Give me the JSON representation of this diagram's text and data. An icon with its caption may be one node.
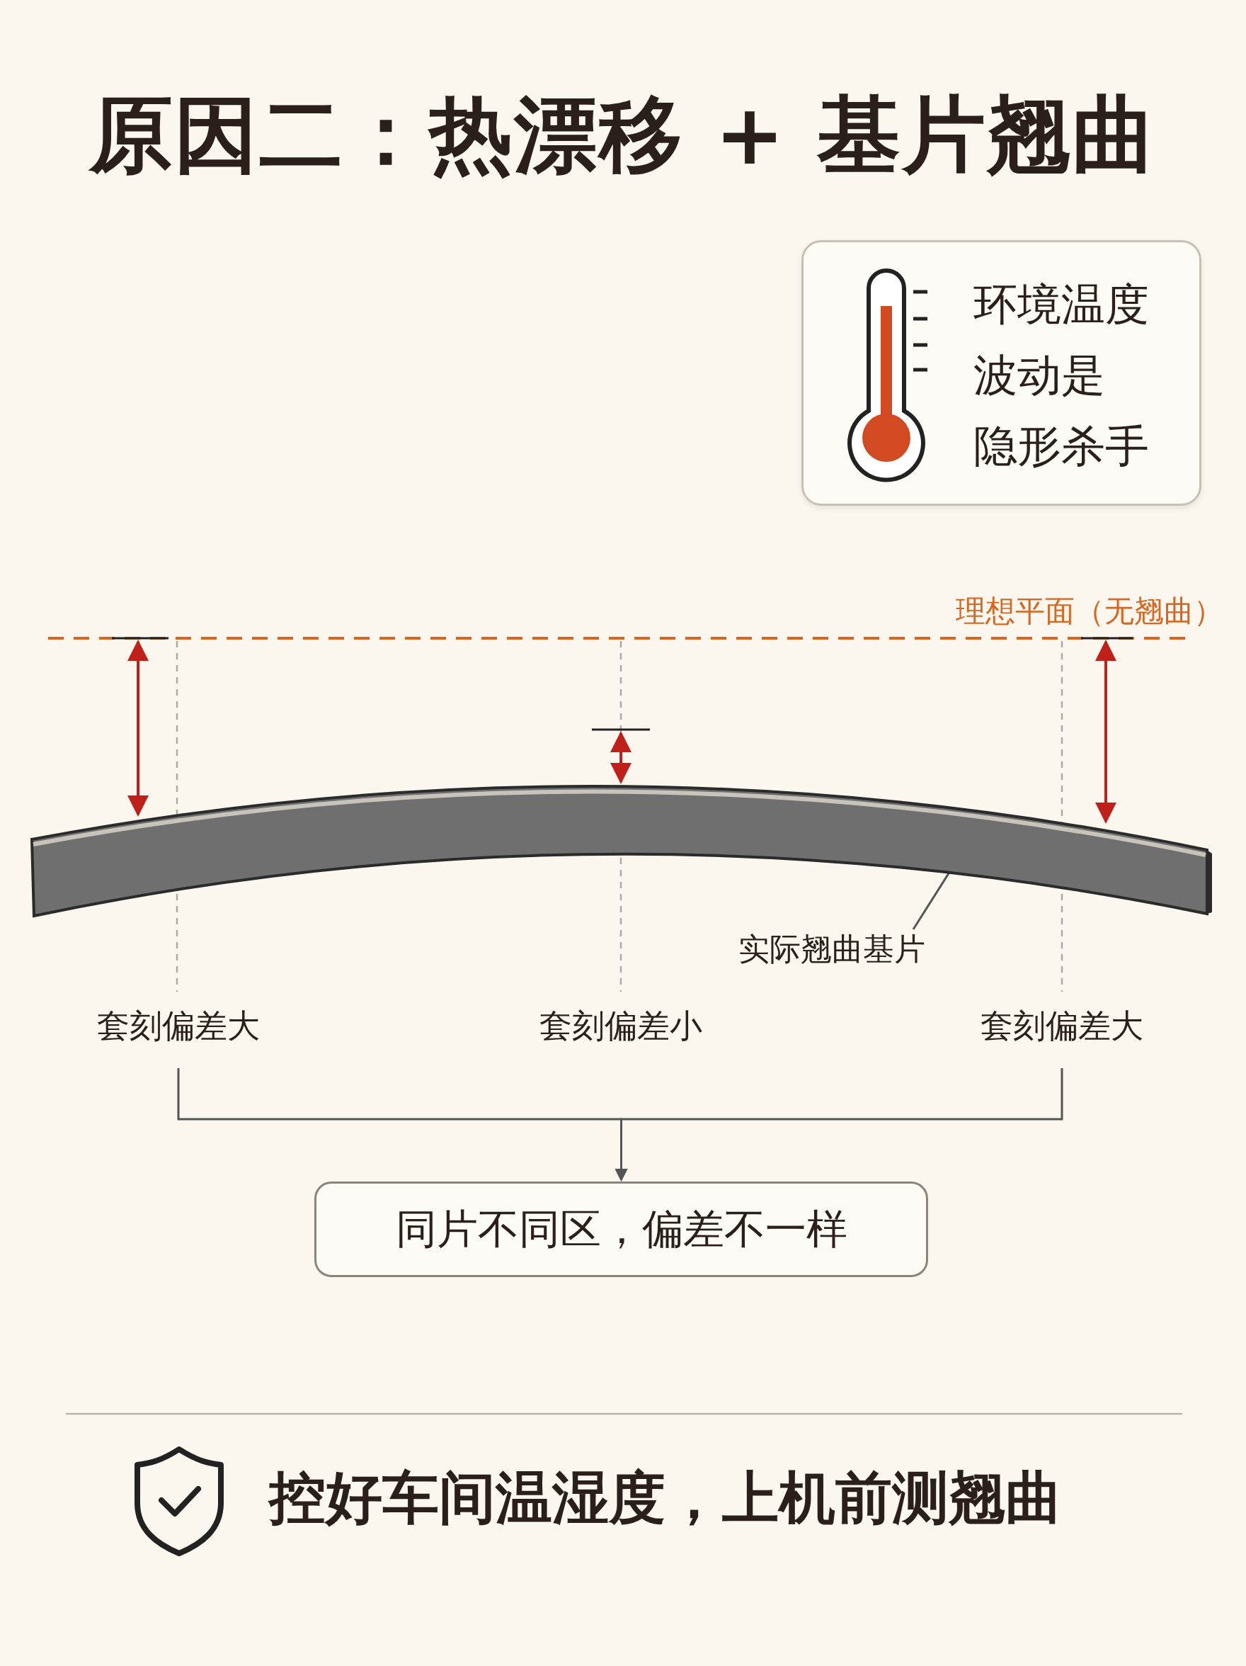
{
  "diagram": {
    "title": "原因二：热漂移 + 基片翘曲",
    "nodes": [
      {
        "text": [
          "环境温度波动是隐形杀手"
        ]
      },
      {
        "text": [],
        "shape": "bar"
      },
      {
        "text": [
          "实际翘曲基片"
        ]
      },
      {
        "text": [
          "套刻偏差大"
        ]
      },
      {
        "text": [
          "套刻偏差小"
        ]
      },
      {
        "text": [
          "套刻偏差大"
        ]
      },
      {
        "text": [
          "同片不同区，偏差不一样"
        ]
      }
    ],
    "edges": [
      {
        "from": 2,
        "to": 1,
        "arrow": "none"
      },
      {
        "from": 3,
        "to": 6,
        "arrow": "to"
      },
      {
        "from": 4,
        "to": 6,
        "arrow": "to"
      },
      {
        "from": 5,
        "to": 6,
        "arrow": "to"
      }
    ],
    "labels": [
      "理想平面（无翘曲）",
      "控好车间温湿度，上机前测翘曲"
    ]
  }
}
